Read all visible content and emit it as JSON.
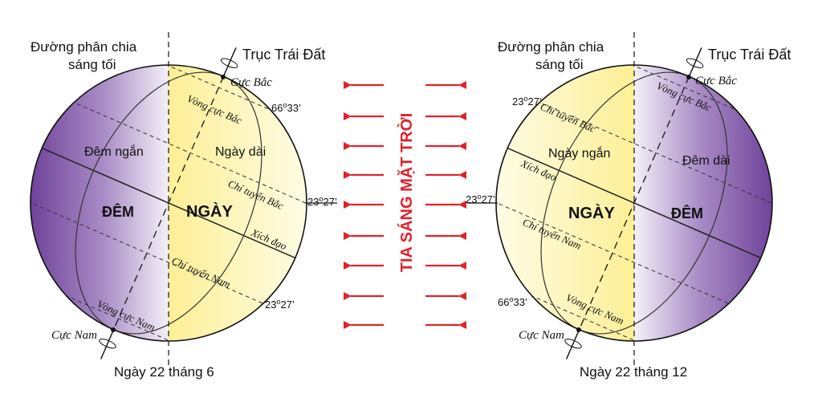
{
  "left": {
    "divider_label_1": "Đường phân chia",
    "divider_label_2": "sáng tối",
    "axis_label": "Trục Trái Đất",
    "north_pole": "Cực Bắc",
    "south_pole": "Cực Nam",
    "arctic_circle": "Vòng cực Bắc",
    "antarctic_circle": "Vòng cực Nam",
    "tropic_cancer": "Chí tuyến Bắc",
    "tropic_capricorn": "Chí tuyến Nam",
    "equator": "Xích đạo",
    "night": "ĐÊM",
    "day": "NGÀY",
    "short_night": "Đêm ngắn",
    "long_day": "Ngày dài",
    "angle_6633_base": "66",
    "angle_6633_sup": "o",
    "angle_6633_min": "33’",
    "angle_2327a_base": "23",
    "angle_2327a_sup": "o",
    "angle_2327a_min": "27’",
    "angle_2327b_base": "23",
    "angle_2327b_sup": "o",
    "angle_2327b_min": "27’",
    "date": "Ngày 22 tháng 6"
  },
  "right": {
    "divider_label_1": "Đường phân chia",
    "divider_label_2": "sáng tối",
    "axis_label": "Trục Trái Đất",
    "north_pole": "Cực Bắc",
    "south_pole": "Cực Nam",
    "arctic_circle": "Vòng cực Bắc",
    "antarctic_circle": "Vòng cực Nam",
    "tropic_cancer": "Chí tuyến Bắc",
    "tropic_capricorn": "Chí tuyến Nam",
    "equator": "Xích đạo",
    "night": "ĐÊM",
    "day": "NGÀY",
    "short_day": "Ngày ngắn",
    "long_night": "Đêm dài",
    "angle_2327a_base": "23",
    "angle_2327a_sup": "o",
    "angle_2327a_min": "27’",
    "angle_2327b_base": "23",
    "angle_2327b_sup": "o",
    "angle_2327b_min": "27’",
    "angle_6633_base": "66",
    "angle_6633_sup": "o",
    "angle_6633_min": "33’",
    "date": "Ngày 22 tháng 12"
  },
  "center": {
    "sun_rays": "TIA SÁNG MẶT TRỜI"
  },
  "colors": {
    "night_dark": "#6b3d97",
    "night_light": "#f2eef6",
    "day_yellow": "#fcf1a0",
    "day_light": "#fffce6",
    "arrow_red": "#e0222b"
  }
}
